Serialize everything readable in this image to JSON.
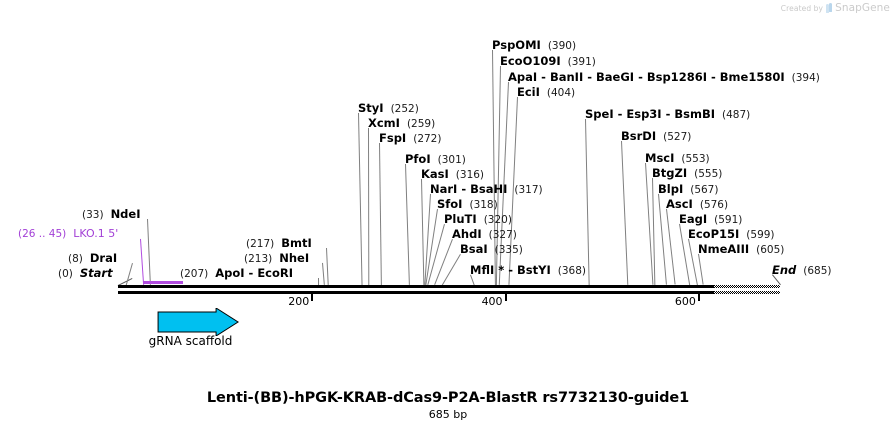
{
  "watermark": {
    "created_by": "Created by",
    "brand": "SnapGene",
    "logo_icon": "snapgene-logo-icon"
  },
  "title": "Lenti-(BB)-hPGK-KRAB-dCas9-P2A-BlastR rs7732130-guide1",
  "subtitle": "685 bp",
  "sequence_length": 685,
  "colors": {
    "feature_purple": "#b14ce0",
    "grna_cyan": "#00c0f0",
    "leader_gray": "#808080",
    "backbone_black": "#000000",
    "watermark_gray": "#cbcbcb"
  },
  "ruler": {
    "ticks": [
      {
        "label": "200",
        "value": 200
      },
      {
        "label": "400",
        "value": 400
      },
      {
        "label": "600",
        "value": 600
      }
    ]
  },
  "features": [
    {
      "name": "gRNA scaffold",
      "color": "#00c0f0",
      "direction": "right",
      "start": 40,
      "end": 125
    }
  ],
  "labels": [
    {
      "id": "start",
      "kind": "terminal",
      "position_text": "(0)",
      "position_first": true,
      "names": [
        "Start"
      ],
      "value": 0
    },
    {
      "id": "drai",
      "kind": "enzyme",
      "position_text": "(8)",
      "position_first": true,
      "names": [
        "DraI"
      ],
      "value": 8
    },
    {
      "id": "lko1-5prime",
      "kind": "feature",
      "position_text": "(26 .. 45)",
      "position_first": true,
      "names": [
        "LKO.1 5'"
      ],
      "value": 26
    },
    {
      "id": "ndei",
      "kind": "enzyme",
      "position_text": "(33)",
      "position_first": true,
      "names": [
        "NdeI"
      ],
      "value": 33
    },
    {
      "id": "apoi-ecori",
      "kind": "enzyme",
      "position_text": "(207)",
      "position_first": true,
      "names": [
        "ApoI",
        "EcoRI"
      ],
      "value": 207
    },
    {
      "id": "nhei",
      "kind": "enzyme",
      "position_text": "(213)",
      "position_first": true,
      "names": [
        "NheI"
      ],
      "value": 213
    },
    {
      "id": "bmti",
      "kind": "enzyme",
      "position_text": "(217)",
      "position_first": true,
      "names": [
        "BmtI"
      ],
      "value": 217
    },
    {
      "id": "styi",
      "kind": "enzyme",
      "position_text": "(252)",
      "position_first": false,
      "names": [
        "StyI"
      ],
      "value": 252
    },
    {
      "id": "xcmi",
      "kind": "enzyme",
      "position_text": "(259)",
      "position_first": false,
      "names": [
        "XcmI"
      ],
      "value": 259
    },
    {
      "id": "fspi",
      "kind": "enzyme",
      "position_text": "(272)",
      "position_first": false,
      "names": [
        "FspI"
      ],
      "value": 272
    },
    {
      "id": "pfoi",
      "kind": "enzyme",
      "position_text": "(301)",
      "position_first": false,
      "names": [
        "PfoI"
      ],
      "value": 301
    },
    {
      "id": "kasi",
      "kind": "enzyme",
      "position_text": "(316)",
      "position_first": false,
      "names": [
        "KasI"
      ],
      "value": 316
    },
    {
      "id": "nari-bsahi",
      "kind": "enzyme",
      "position_text": "(317)",
      "position_first": false,
      "names": [
        "NarI",
        "BsaHI"
      ],
      "value": 317
    },
    {
      "id": "sfoi",
      "kind": "enzyme",
      "position_text": "(318)",
      "position_first": false,
      "names": [
        "SfoI"
      ],
      "value": 318
    },
    {
      "id": "pluti",
      "kind": "enzyme",
      "position_text": "(320)",
      "position_first": false,
      "names": [
        "PluTI"
      ],
      "value": 320
    },
    {
      "id": "ahdi",
      "kind": "enzyme",
      "position_text": "(327)",
      "position_first": false,
      "names": [
        "AhdI"
      ],
      "value": 327
    },
    {
      "id": "bsai",
      "kind": "enzyme",
      "position_text": "(335)",
      "position_first": false,
      "names": [
        "BsaI"
      ],
      "value": 335
    },
    {
      "id": "mfli-bstyi",
      "kind": "enzyme",
      "position_text": "(368)",
      "position_first": false,
      "names": [
        "MflI *",
        "BstYI"
      ],
      "value": 368
    },
    {
      "id": "pspomi",
      "kind": "enzyme",
      "position_text": "(390)",
      "position_first": false,
      "names": [
        "PspOMI"
      ],
      "value": 390
    },
    {
      "id": "ecoo109i",
      "kind": "enzyme",
      "position_text": "(391)",
      "position_first": false,
      "names": [
        "EcoO109I"
      ],
      "value": 391
    },
    {
      "id": "apai-group",
      "kind": "enzyme",
      "position_text": "(394)",
      "position_first": false,
      "names": [
        "ApaI",
        "BanII",
        "BaeGI",
        "Bsp1286I",
        "Bme1580I"
      ],
      "value": 394
    },
    {
      "id": "ecii",
      "kind": "enzyme",
      "position_text": "(404)",
      "position_first": false,
      "names": [
        "EciI"
      ],
      "value": 404
    },
    {
      "id": "spei-esp3i-bsmbi",
      "kind": "enzyme",
      "position_text": "(487)",
      "position_first": false,
      "names": [
        "SpeI",
        "Esp3I",
        "BsmBI"
      ],
      "value": 487
    },
    {
      "id": "bsrdi",
      "kind": "enzyme",
      "position_text": "(527)",
      "position_first": false,
      "names": [
        "BsrDI"
      ],
      "value": 527
    },
    {
      "id": "msci",
      "kind": "enzyme",
      "position_text": "(553)",
      "position_first": false,
      "names": [
        "MscI"
      ],
      "value": 553
    },
    {
      "id": "btgzi",
      "kind": "enzyme",
      "position_text": "(555)",
      "position_first": false,
      "names": [
        "BtgZI"
      ],
      "value": 555
    },
    {
      "id": "blpi",
      "kind": "enzyme",
      "position_text": "(567)",
      "position_first": false,
      "names": [
        "BlpI"
      ],
      "value": 567
    },
    {
      "id": "asci",
      "kind": "enzyme",
      "position_text": "(576)",
      "position_first": false,
      "names": [
        "AscI"
      ],
      "value": 576
    },
    {
      "id": "eagi",
      "kind": "enzyme",
      "position_text": "(591)",
      "position_first": false,
      "names": [
        "EagI"
      ],
      "value": 591
    },
    {
      "id": "ecop15i",
      "kind": "enzyme",
      "position_text": "(599)",
      "position_first": false,
      "names": [
        "EcoP15I"
      ],
      "value": 599
    },
    {
      "id": "nmeaiii",
      "kind": "enzyme",
      "position_text": "(605)",
      "position_first": false,
      "names": [
        "NmeAIII"
      ],
      "value": 605
    },
    {
      "id": "end",
      "kind": "terminal",
      "position_text": "(685)",
      "position_first": false,
      "names": [
        "End"
      ],
      "value": 685
    }
  ]
}
